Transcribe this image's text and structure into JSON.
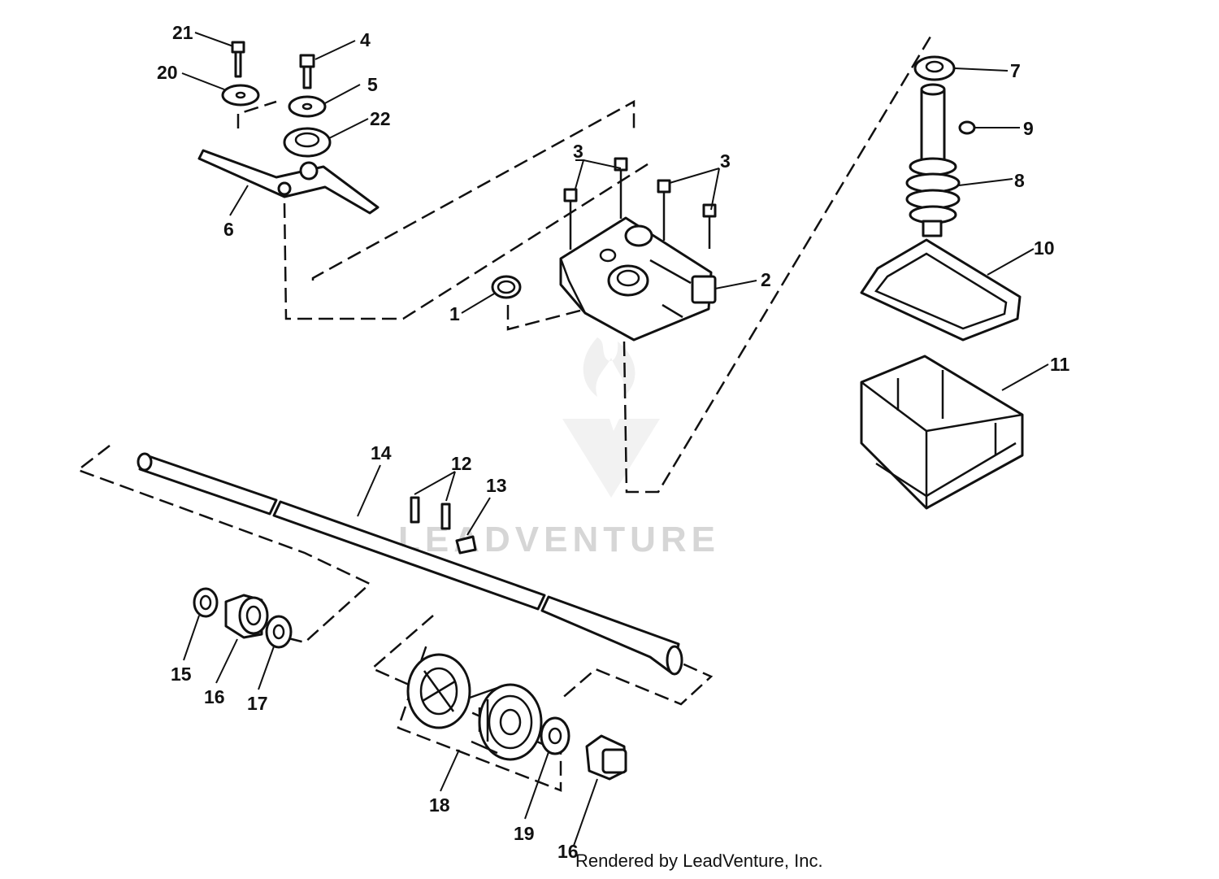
{
  "watermark": {
    "brand": "LEADVENTURE"
  },
  "footer": {
    "credit": "Rendered by LeadVenture, Inc."
  },
  "callouts": {
    "c1": "1",
    "c2": "2",
    "c3a": "3",
    "c3b": "3",
    "c4": "4",
    "c5": "5",
    "c6": "6",
    "c7": "7",
    "c8": "8",
    "c9": "9",
    "c10": "10",
    "c11": "11",
    "c12": "12",
    "c13": "13",
    "c14": "14",
    "c15": "15",
    "c16a": "16",
    "c16b": "16",
    "c17": "17",
    "c18": "18",
    "c19": "19",
    "c20": "20",
    "c21": "21",
    "c22": "22"
  }
}
